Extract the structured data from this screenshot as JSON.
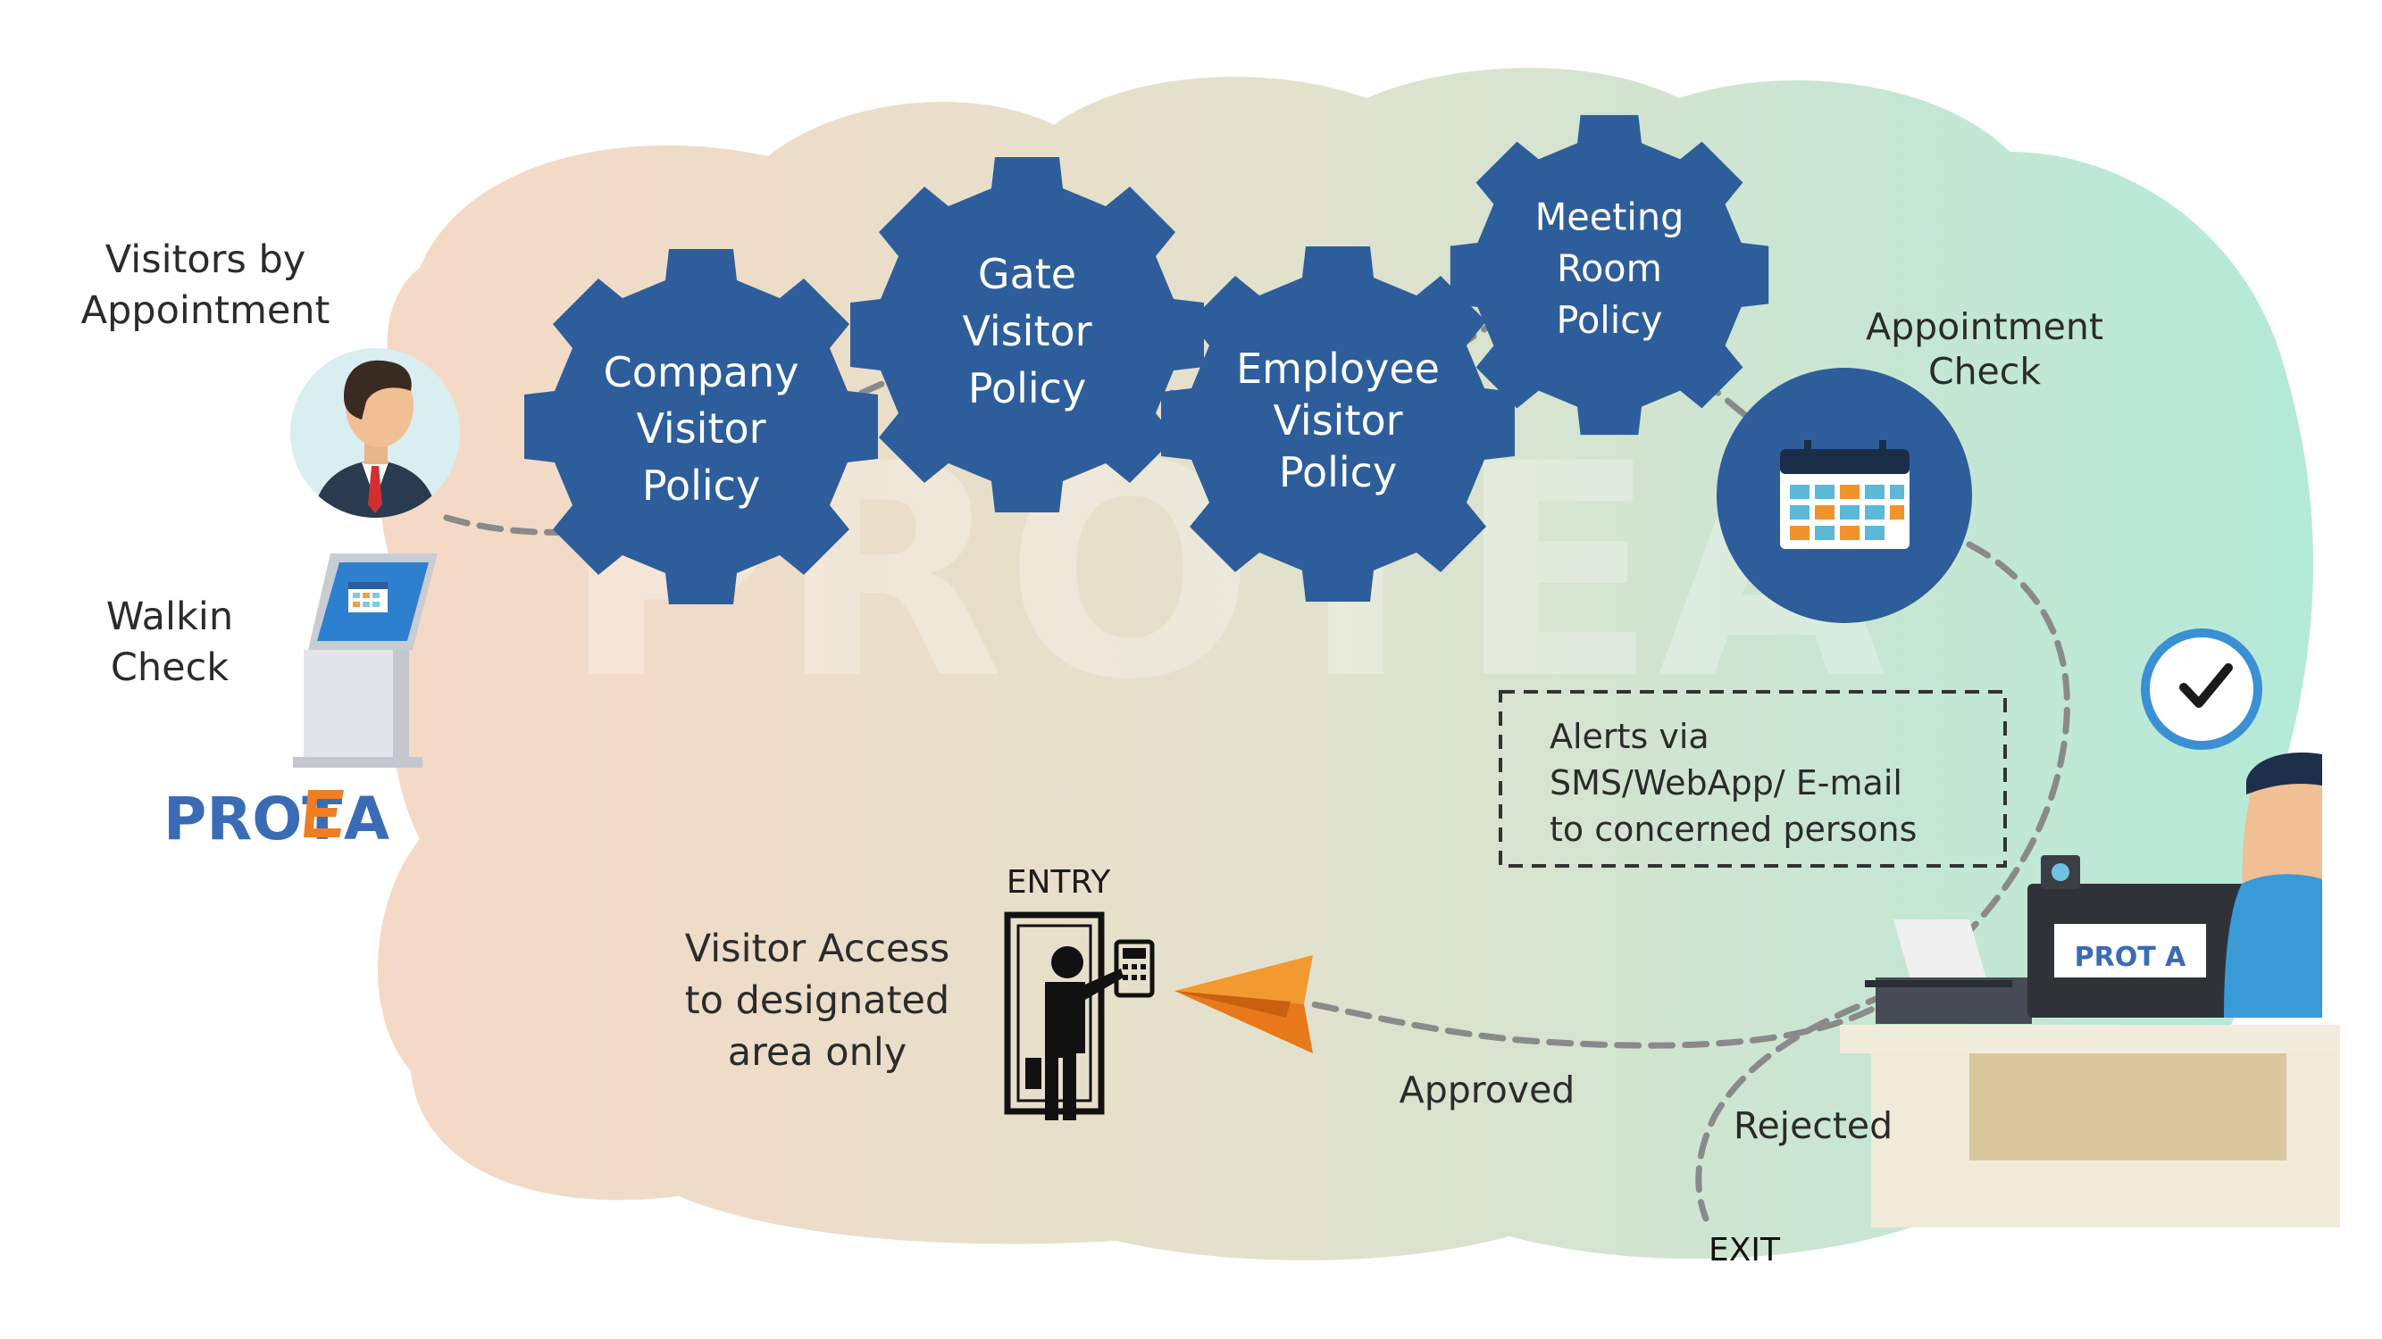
{
  "labels": {
    "visitors_line1": "Visitors by",
    "visitors_line2": "Appointment",
    "walkin_line1": "Walkin",
    "walkin_line2": "Check",
    "appointment_line1": "Appointment",
    "appointment_line2": "Check",
    "alerts_line1": "Alerts via",
    "alerts_line2": "SMS/WebApp/ E-mail",
    "alerts_line3": "to concerned persons",
    "entry": "ENTRY",
    "access_line1": "Visitor Access",
    "access_line2": "to designated",
    "access_line3": "area only",
    "approved": "Approved",
    "rejected": "Rejected",
    "exit": "EXIT"
  },
  "gears": [
    {
      "lines": [
        "Company",
        "Visitor",
        "Policy"
      ]
    },
    {
      "lines": [
        "Gate",
        "Visitor",
        "Policy"
      ]
    },
    {
      "lines": [
        "Employee",
        "Visitor",
        "Policy"
      ]
    },
    {
      "lines": [
        "Meeting",
        "Room",
        "Policy"
      ]
    }
  ],
  "logo": {
    "left": "PROT",
    "accent": "A"
  },
  "monitor_logo": "PROT  A",
  "watermark": "PROTEA",
  "colors": {
    "gear_blue": "#2d5e9b",
    "logo_blue": "#3a6cb5",
    "logo_orange": "#ef7d22",
    "arrow_orange": "#f08a1c",
    "bg_left": "#f3dccb",
    "bg_right": "#b8ead9"
  },
  "icons": [
    "visitor-avatar-icon",
    "kiosk-icon",
    "calendar-icon",
    "clock-check-icon",
    "entry-door-icon",
    "paper-plane-icon",
    "reception-desk-icon"
  ]
}
